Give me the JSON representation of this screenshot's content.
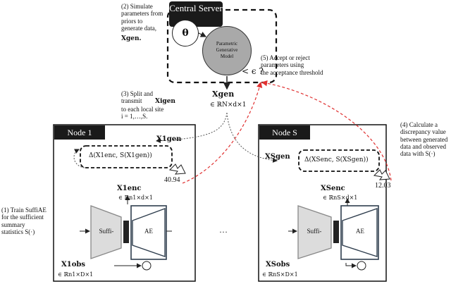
{
  "central_server": {
    "title": "Central\nServer",
    "theta": "θ",
    "model_label": "Parametric\nGenerative\nModel",
    "tolerance": "< ϵ ?"
  },
  "steps": {
    "simulate": "(2) Simulate\nparameters from\npriors to\ngenerate data,",
    "accept": "(5) Accept or reject\nparameters using\nthe acceptance threshold",
    "split": "(3) Split and\ntransmit",
    "split_rest": "to each local site\ni = 1,…,S.",
    "calculate": "(4) Calculate a\ndiscrepancy value\nbetween generated\ndata and observed\ndata with S(·)",
    "train": "(1) Train SuffiAE\nfor the sufficient\nsummary\nstatistics S(·)"
  },
  "math": {
    "x_gen_step2": "Xgen.",
    "x_gen_main": "Xgen",
    "x_gen_main_dim": "∈ ℝN×d×1",
    "x_i_gen": "Xigen"
  },
  "node1": {
    "title": "Node 1",
    "x_gen": "X1gen",
    "discrepancy": "Δ(X1enc, S(X1gen))",
    "value": "40.94",
    "x_enc": "X1enc",
    "x_enc_dim": "∈ ℝn1×d×1",
    "suffi_label": "Suffi-",
    "ae_label": "AE",
    "x_obs": "X1obs",
    "x_obs_dim": "∈ ℝn1×D×1"
  },
  "nodeS": {
    "title": "Node S",
    "x_gen": "XSgen",
    "discrepancy": "Δ(XSenc, S(XSgen))",
    "value": "12.03",
    "x_enc": "XSenc",
    "x_enc_dim": "∈ ℝnS×d×1",
    "suffi_label": "Suffi-",
    "ae_label": "AE",
    "x_obs": "XSobs",
    "x_obs_dim": "∈ ℝnS×D×1"
  },
  "ellipsis": "…",
  "colors": {
    "dark": "#1a1a1a",
    "model_fill": "#a9a9a9",
    "encoder_fill": "#dcdcdc",
    "decoder_stroke": "#2f3e4e",
    "red_arrow": "#e03030"
  }
}
